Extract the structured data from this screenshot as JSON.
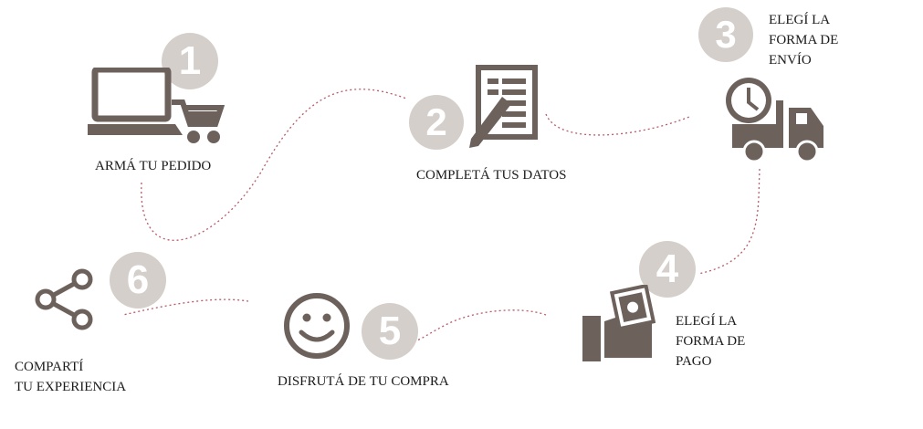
{
  "colors": {
    "icon": "#6d615c",
    "circle": "#d4cfca",
    "number": "#ffffff",
    "path": "#b85a6a",
    "text": "#1a1a1a"
  },
  "steps": [
    {
      "number": "1",
      "label": "ARMÁ TU PEDIDO",
      "icon": "laptop-cart-icon"
    },
    {
      "number": "2",
      "label": "COMPLETÁ TUS DATOS",
      "icon": "form-pen-icon"
    },
    {
      "number": "3",
      "label": "ELEGÍ LA FORMA DE ENVÍO",
      "label_lines": [
        "ELEGÍ LA",
        "FORMA DE",
        "ENVÍO"
      ],
      "icon": "delivery-truck-clock-icon"
    },
    {
      "number": "4",
      "label": "ELEGÍ LA FORMA DE PAGO",
      "label_lines": [
        "ELEGÍ LA",
        "FORMA DE",
        "PAGO"
      ],
      "icon": "hand-money-icon"
    },
    {
      "number": "5",
      "label": "DISFRUTÁ DE TU COMPRA",
      "icon": "smiley-icon"
    },
    {
      "number": "6",
      "label": "COMPARTÍ TU EXPERIENCIA",
      "label_lines": [
        "COMPARTÍ",
        "TU EXPERIENCIA"
      ],
      "icon": "share-icon"
    }
  ]
}
